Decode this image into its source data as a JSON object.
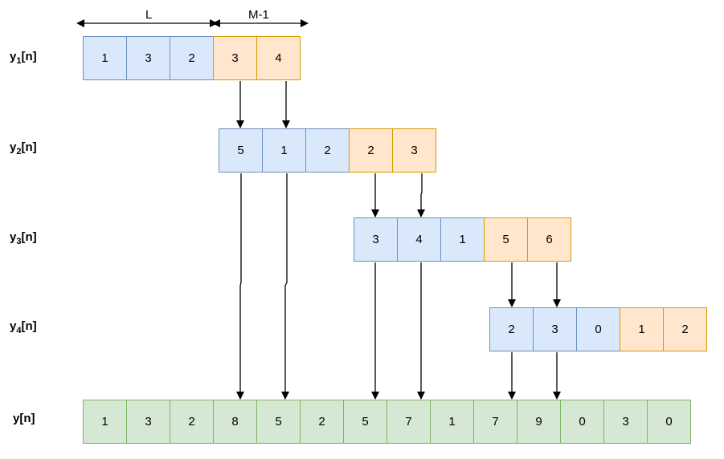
{
  "dimensions": {
    "L": "L",
    "M": "M-1"
  },
  "rows": [
    {
      "label": "y",
      "sub": "1",
      "suffix": "[n]",
      "cells": [
        {
          "v": "1",
          "c": "blue"
        },
        {
          "v": "3",
          "c": "blue"
        },
        {
          "v": "2",
          "c": "blue"
        },
        {
          "v": "3",
          "c": "orange"
        },
        {
          "v": "4",
          "c": "orange"
        }
      ]
    },
    {
      "label": "y",
      "sub": "2",
      "suffix": "[n]",
      "cells": [
        {
          "v": "5",
          "c": "blue"
        },
        {
          "v": "1",
          "c": "blue"
        },
        {
          "v": "2",
          "c": "blue"
        },
        {
          "v": "2",
          "c": "orange"
        },
        {
          "v": "3",
          "c": "orange"
        }
      ]
    },
    {
      "label": "y",
      "sub": "3",
      "suffix": "[n]",
      "cells": [
        {
          "v": "3",
          "c": "blue"
        },
        {
          "v": "4",
          "c": "blue"
        },
        {
          "v": "1",
          "c": "blue"
        },
        {
          "v": "5",
          "c": "orange"
        },
        {
          "v": "6",
          "c": "orange"
        }
      ]
    },
    {
      "label": "y",
      "sub": "4",
      "suffix": "[n]",
      "cells": [
        {
          "v": "2",
          "c": "blue"
        },
        {
          "v": "3",
          "c": "blue"
        },
        {
          "v": "0",
          "c": "blue"
        },
        {
          "v": "1",
          "c": "orange"
        },
        {
          "v": "2",
          "c": "orange"
        }
      ]
    }
  ],
  "output": {
    "label": "y[n]",
    "cells": [
      "1",
      "3",
      "2",
      "8",
      "5",
      "2",
      "5",
      "7",
      "1",
      "7",
      "9",
      "0",
      "3",
      "0"
    ]
  }
}
